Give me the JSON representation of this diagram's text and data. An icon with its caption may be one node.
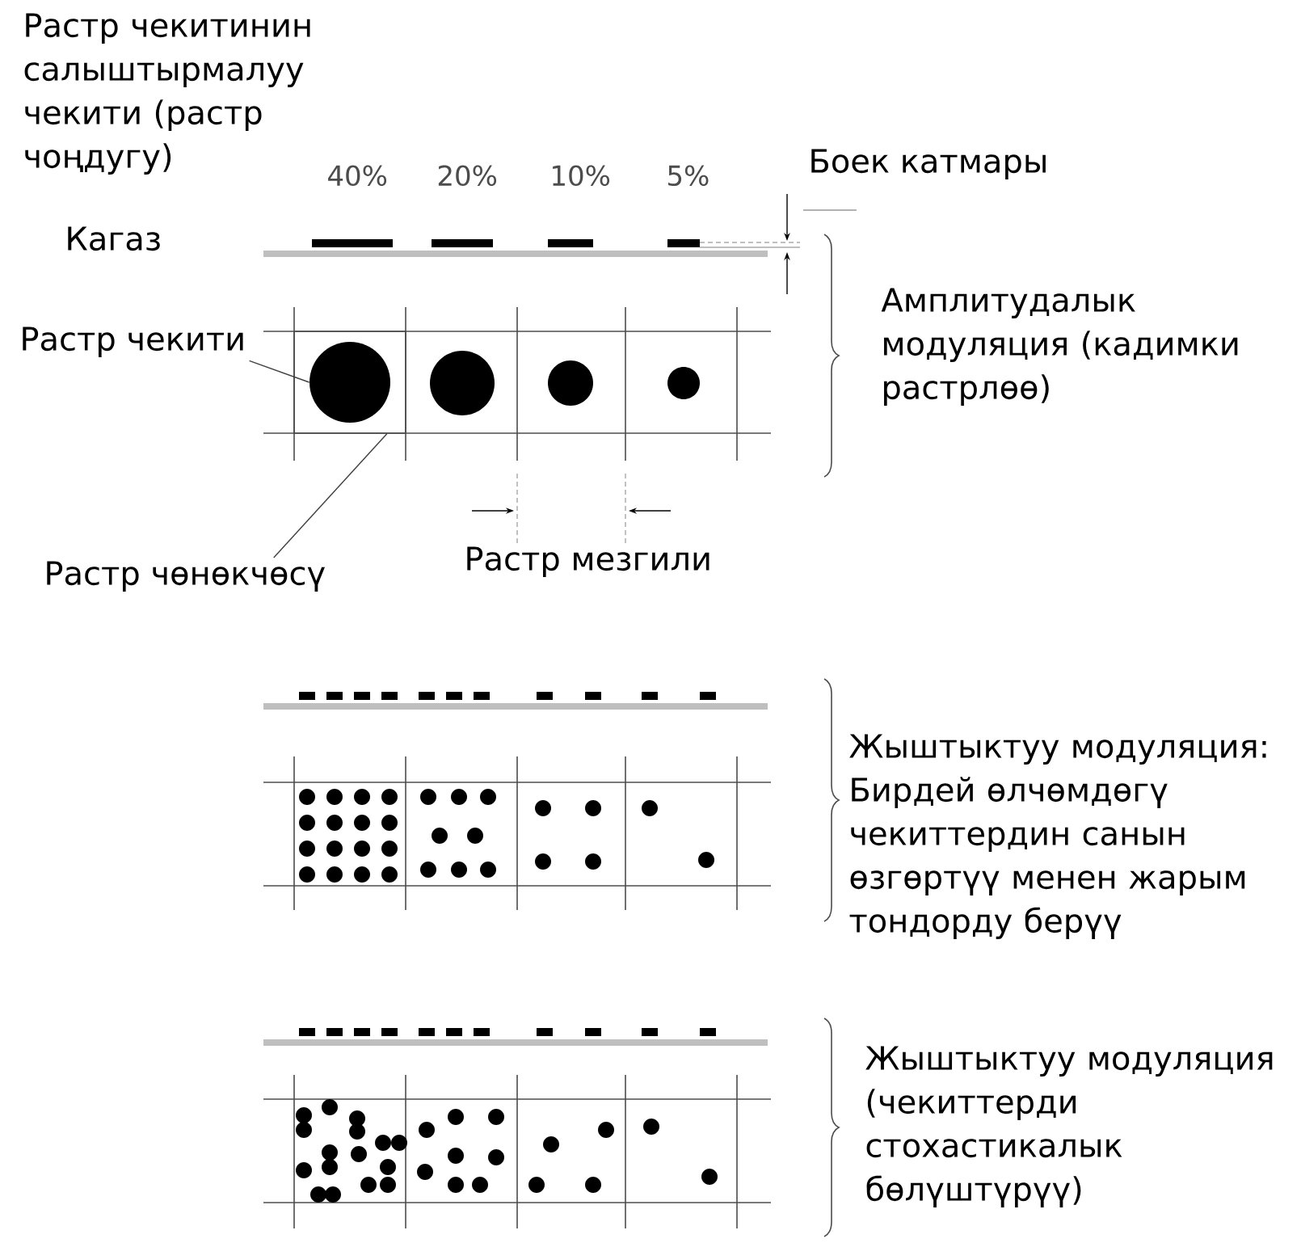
{
  "diagram": {
    "nodes": [
      {
        "text": [
          "Растр чекити"
        ]
      },
      {
        "text": [],
        "shape": "box"
      },
      {
        "text": [],
        "shape": "circle",
        "in": 1
      },
      {
        "text": [
          "Растр чөнөкчөсү"
        ]
      }
    ],
    "edges": [
      {
        "from": 0,
        "to": 2,
        "arrow": "none"
      },
      {
        "from": 3,
        "to": 1,
        "arrow": "none"
      }
    ],
    "labels": [
      "Растр чекитинин салыштырмалуу чекити (растр чоңдугу)",
      "40%",
      "20%",
      "10%",
      "5%",
      "Боек катмары",
      "Кагаз",
      "Амплитудалык модуляция (кадимки растрлөө)",
      "Растр мезгили",
      "Жыштыктуу модуляция: Бирдей өлчөмдөгү чекиттердин санын өзгөртүү менен жарым тондорду берүү",
      "Жыштыктуу модуляция (чекиттерди стохастикалык бөлүштүрүү)"
    ]
  }
}
